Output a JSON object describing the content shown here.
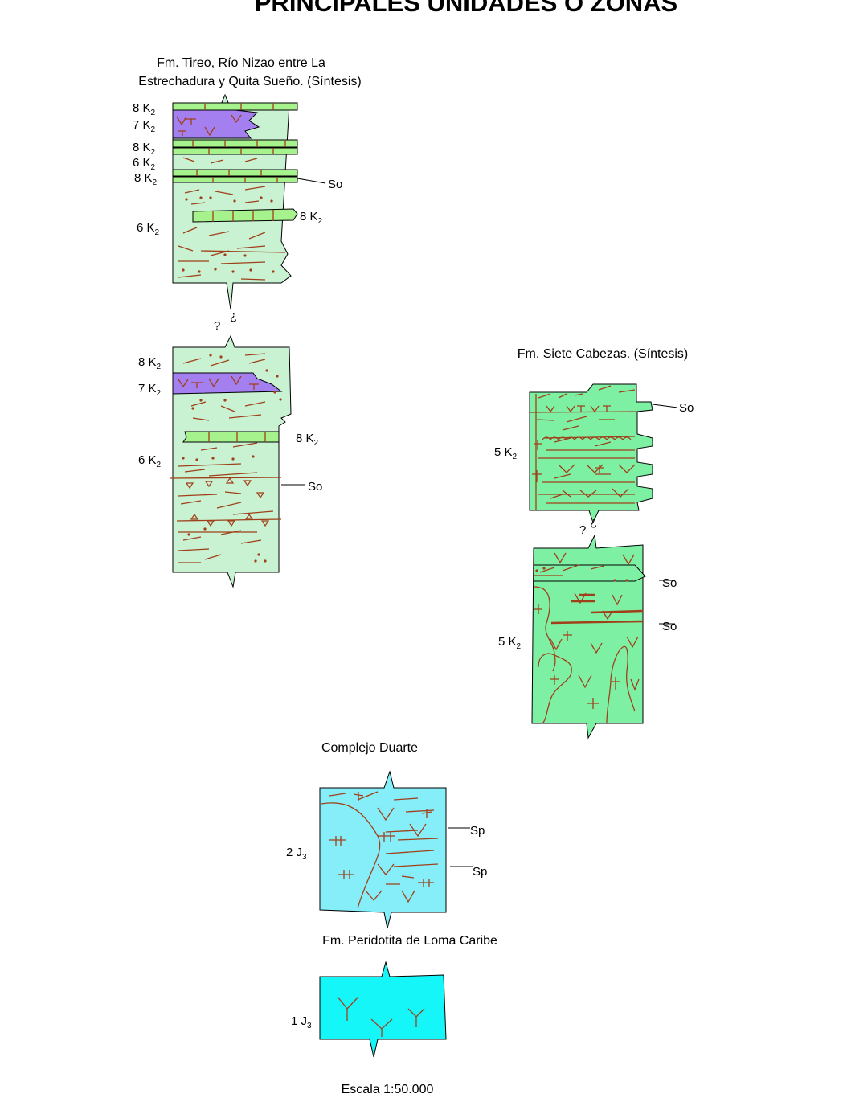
{
  "title": "PRINCIPALES UNIDADES O ZONAS",
  "colors": {
    "light_green": "#c8f2d2",
    "bright_green": "#a6f28c",
    "purple": "#a47ff0",
    "green": "#7ef0a4",
    "cyan_light": "#86eef8",
    "cyan": "#14f6f8",
    "strokes": "#a0401a"
  },
  "tireo": {
    "caption_1": "Fm. Tireo, Río Nizao entre La",
    "caption_2": "Estrechadura y Quita Sueño. (Síntesis)",
    "upper": {
      "l1": "8  K",
      "l1s": "2",
      "l2": "7  K",
      "l2s": "2",
      "l3": "8  K",
      "l3s": "2",
      "l4": "6  K",
      "l4s": "2",
      "l5": "8  K",
      "l5s": "2",
      "l6": "6  K",
      "l6s": "2",
      "right_8": "8  K",
      "right_8s": "2",
      "so": "So"
    },
    "gap": {
      "q": "?",
      "iq": "¿"
    },
    "lower": {
      "l1": "8  K",
      "l1s": "2",
      "l2": "7  K",
      "l2s": "2",
      "l3": "6  K",
      "l3s": "2",
      "right_8": "8  K",
      "right_8s": "2",
      "so": "So"
    }
  },
  "siete": {
    "caption": "Fm. Siete Cabezas. (Síntesis)",
    "upper": {
      "l": "5  K",
      "ls": "2",
      "so": "So"
    },
    "gap": {
      "q": "?",
      "iq": "¿"
    },
    "lower": {
      "l": "5  K",
      "ls": "2",
      "so_1": "So",
      "so_2": "So"
    }
  },
  "duarte": {
    "caption": "Complejo Duarte",
    "l": "2  J",
    "ls": "3",
    "sp_1": "Sp",
    "sp_2": "Sp"
  },
  "loma": {
    "caption": "Fm. Peridotita de Loma Caribe",
    "l": "1  J",
    "ls": "3"
  },
  "scale": "Escala 1:50.000"
}
